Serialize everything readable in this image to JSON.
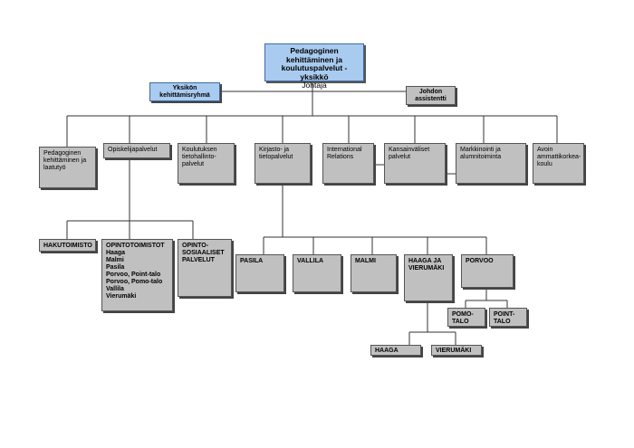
{
  "head": {
    "title": "Pedagoginen kehittäminen ja koulutuspalvelut -yksikkö",
    "subtitle": "Johtaja"
  },
  "dev_group": "Yksikön kehittämisryhmä",
  "assistant": "Johdon assistentti",
  "departments": {
    "pedagogical": "Pedagoginen kehittäminen ja laatutyö",
    "student": "Opiskelijapalvelut",
    "admin": "Koulutuksen tietohallinto-palvelut",
    "library": "Kirjasto- ja tietopalvelut",
    "international": "International Relations",
    "intl_services": "Kansainväliset palvelut",
    "marketing": "Markkinointi ja alumnitoiminta",
    "open": "Avoin ammattikorkea-koulu"
  },
  "student_units": {
    "haku": "HAKUTOIMISTO",
    "opinto_title": "OPINTOTOIMISTOT",
    "opinto_list": "Haaga\nMalmi\nPasila\nPorvoo, Point-talo\nPorvoo, Pomo-talo\nVallila\nVierumäki",
    "social": "OPINTO-SOSIAALISET PALVELUT"
  },
  "libraries": {
    "pasila": "PASILA",
    "vallila": "VALLILA",
    "malmi": "MALMI",
    "haaga_vierumaki": "HAAGA JA VIERUMÄKI",
    "porvoo": "PORVOO",
    "pomo": "POMO-TALO",
    "point": "POINT-TALO",
    "haaga": "HAAGA",
    "vierumaki": "VIERUMÄKI"
  }
}
